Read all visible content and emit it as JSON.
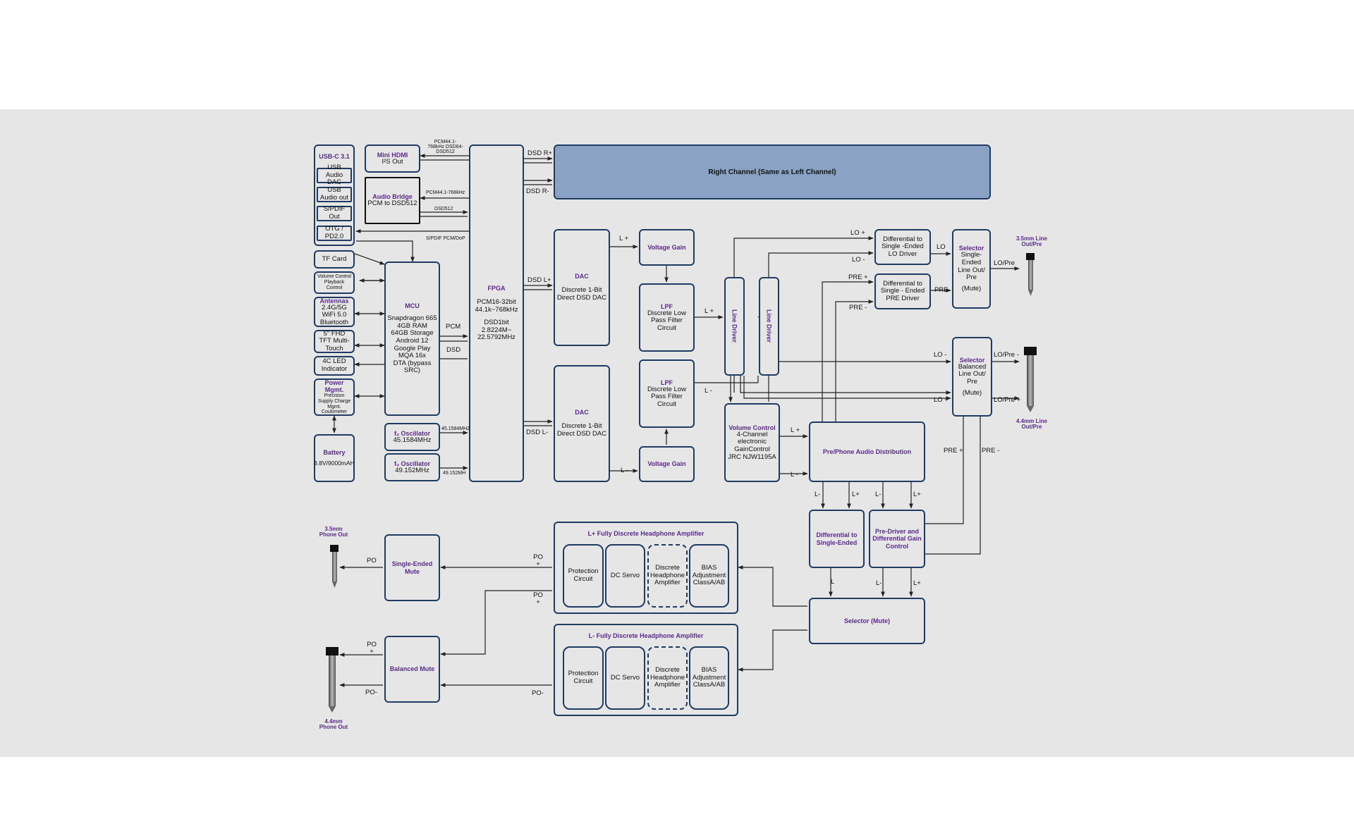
{
  "blocks": {
    "usbc": {
      "title": "USB-C 3.1"
    },
    "usb_audio_dac": "USB Audio DAC",
    "usb_audio_out": "USB Audio out",
    "spdif_out": "S/PDIF Out",
    "otg": "OTG / PD2.0",
    "tf_card": "TF Card",
    "volume_control": "Volume Control Playback Control",
    "antennas": {
      "title": "Antennas",
      "text": "2.4G/5G WiFi 5.0 Bluetooth"
    },
    "display": "5\" FHD TFT Multi-Touch",
    "led": "4C LED Indicator",
    "power": {
      "title": "Power Mgmt.",
      "text": "Precision Supply Charge Mgmt. Coulometer"
    },
    "battery": {
      "title": "Battery",
      "text": "3.8V/9000mAH"
    },
    "mini_hdmi": {
      "title": "Mini HDMI",
      "text": "I²S Out"
    },
    "audio_bridge": {
      "title": "Audio Bridge",
      "text": "PCM to DSD512"
    },
    "mcu": {
      "title": "MCU",
      "lines": [
        "Snapdragon 665",
        "4GB RAM",
        "64GB Storage",
        "Android 12",
        "Google Play",
        "MQA 16x",
        "DTA (bypass SRC)"
      ]
    },
    "osc1": {
      "title": "f₀ Oscillator",
      "text": "45.1584MHz"
    },
    "osc2": {
      "title": "f₀ Oscillator",
      "text": "49.152MHz"
    },
    "fpga": {
      "title": "FPGA",
      "lines": [
        "PCM16-32bit",
        "44.1k~768kHz",
        "",
        "DSD1bit",
        "2.8224M~",
        "22.5792MHz"
      ]
    },
    "right_channel": "Right Channel (Same as Left Channel)",
    "dac_top": {
      "title": "DAC",
      "text": "Discrete 1-Bit Direct DSD DAC"
    },
    "dac_bot": {
      "title": "DAC",
      "text": "Discrete 1-Bit Direct DSD DAC"
    },
    "vgain_top": {
      "title": "Voltage Gain"
    },
    "vgain_bot": {
      "title": "Voltage Gain"
    },
    "lpf_top": {
      "title": "LPF",
      "text": "Discrete Low Pass Filter Circuit"
    },
    "lpf_bot": {
      "title": "LPF",
      "text": "Discrete Low Pass Filter Circuit"
    },
    "line_driver": "Line Driver",
    "vol_ctrl": {
      "title": "Volume Control",
      "text": "4-Channel electronic GainControl JRC NJW1195A"
    },
    "diff_lo": "Differential to Single -Ended LO Driver",
    "diff_pre": "Differential to Single - Ended PRE Driver",
    "selector_se": {
      "title": "Selector",
      "lines": [
        "Single-Ended",
        "Line Out/ Pre",
        "",
        "(Mute)"
      ]
    },
    "selector_bal": {
      "title": "Selector",
      "lines": [
        "Balanced",
        "Line Out/ Pre",
        "",
        "(Mute)"
      ]
    },
    "pre_phone": {
      "title": "Pre/Phone Audio Distribution"
    },
    "diff_se": {
      "title": "Differential to Single-Ended"
    },
    "pre_driver": {
      "title": "Pre-Driver and Differential Gain Control"
    },
    "selector_mute": {
      "title": "Selector (Mute)"
    },
    "amp_top": {
      "title": "L+ Fully Discrete Headphone Amplifier"
    },
    "amp_bot": {
      "title": "L- Fully Discrete Headphone Amplifier"
    },
    "protection": "Protection Circuit",
    "dc_servo": "DC Servo",
    "discrete_amp": "Discrete Headphone Amplifier",
    "bias": "BIAS Adjustment ClassA/AB",
    "se_mute": {
      "title": "Single-Ended Mute"
    },
    "bal_mute": {
      "title": "Balanced Mute"
    }
  },
  "jacks": {
    "lo35": "3.5mm Line Out/Pre",
    "lo44": "4.4mm Line Out/Pre",
    "po35": "3.5mm Phone Out",
    "po44": "4.4mm Phone Out"
  },
  "signals": {
    "pcm_dsd_hdmi": "PCM44.1-768kHz DSD64-DSD512",
    "pcm_bridge": "PCM44.1-768kHz",
    "dsd512": "DSD512",
    "spdif": "S/PDIF PCM/DoP",
    "pcm": "PCM",
    "dsd": "DSD",
    "osc1_freq": "45.1584MHZ",
    "osc2_freq": "49.152MH",
    "dsd_r_plus": "DSD R+",
    "dsd_r_minus": "DSD R-",
    "dsd_l_plus": "DSD L+",
    "dsd_l_minus": "DSD L-",
    "l_plus": "L +",
    "l_minus": "L -",
    "l_plus2": "L+",
    "l_minus2": "L-",
    "lo_plus": "LO +",
    "lo_minus": "LO -",
    "lo": "LO",
    "pre": "PRE",
    "pre_plus": "PRE +",
    "pre_minus": "PRE -",
    "l": "L",
    "lo_pre": "LO/Pre",
    "lo_pre_minus": "LO/Pre -",
    "lo_pre_plus": "LO/Pre +",
    "po": "PO",
    "po_plus": "PO +",
    "po_minus": "PO-"
  },
  "colors": {
    "panel": "#e6e6e6",
    "border": "#1f3b63",
    "title": "#5a2a8c",
    "right_channel": "#8aa3c4"
  }
}
